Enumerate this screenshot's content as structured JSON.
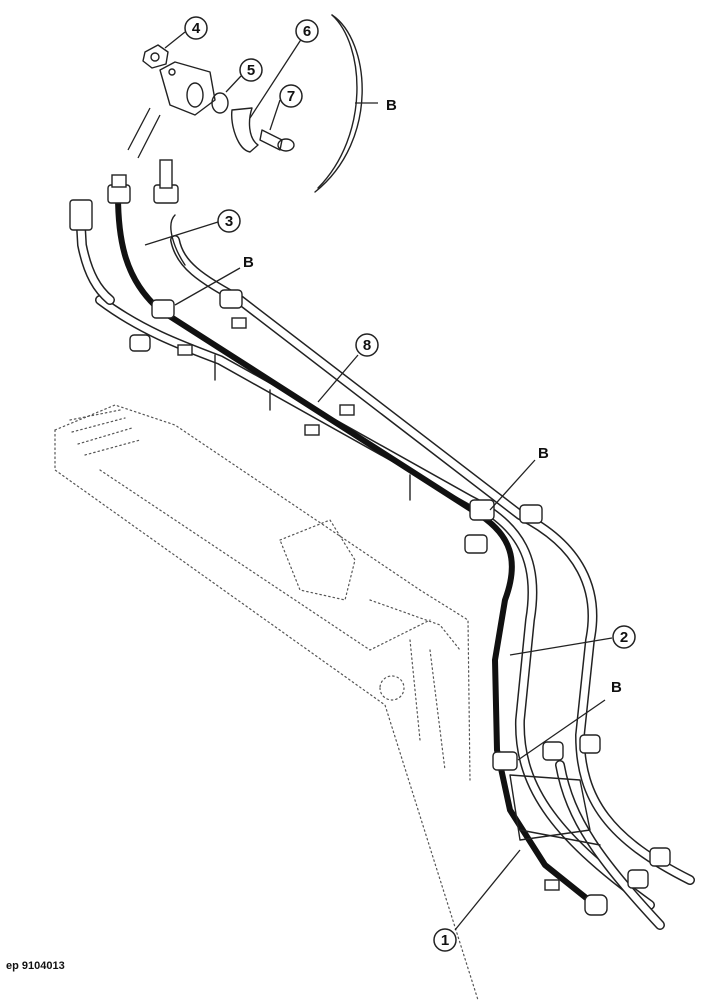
{
  "figure": {
    "caption": "ep 9104013",
    "callouts": {
      "c1": "1",
      "c2": "2",
      "c3": "3",
      "c4": "4",
      "c5": "5",
      "c6": "6",
      "c7": "7",
      "c8": "8"
    },
    "letters": {
      "b_detail": "B",
      "b_top": "B",
      "b_mid": "B",
      "b_low": "B"
    }
  }
}
